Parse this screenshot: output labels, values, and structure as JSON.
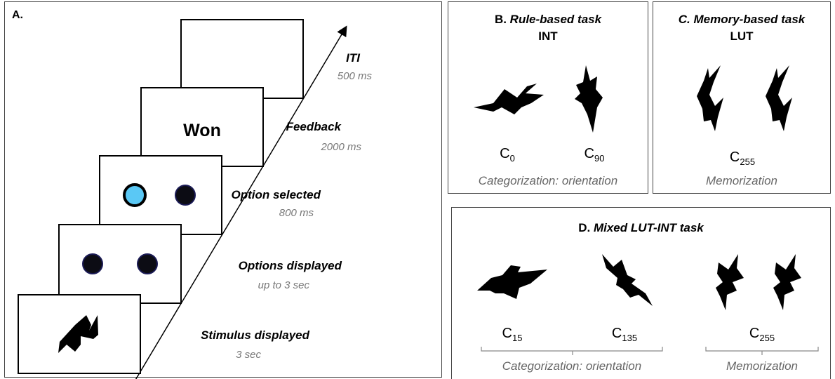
{
  "panel_a": {
    "label": "A.",
    "feedback_text": "Won",
    "steps": [
      {
        "title": "ITI",
        "time": "500 ms"
      },
      {
        "title": "Feedback",
        "time": "2000 ms"
      },
      {
        "title": "Option selected",
        "time": "800 ms"
      },
      {
        "title": "Options displayed",
        "time": "up to 3 sec"
      },
      {
        "title": "Stimulus displayed",
        "time": "3 sec"
      }
    ]
  },
  "panel_b": {
    "label": "B.",
    "title_italic": "Rule-based task",
    "subtitle": "INT",
    "c_left": {
      "base": "C",
      "sub": "0"
    },
    "c_right": {
      "base": "C",
      "sub": "90"
    },
    "footer": "Categorization: orientation"
  },
  "panel_c": {
    "label": "C.",
    "title_italic": "Memory-based task",
    "subtitle": "LUT",
    "c_label": {
      "base": "C",
      "sub": "255"
    },
    "footer": "Memorization"
  },
  "panel_d": {
    "label": "D.",
    "title_italic": "Mixed LUT-INT task",
    "c_left": {
      "base": "C",
      "sub": "15"
    },
    "c_mid": {
      "base": "C",
      "sub": "135"
    },
    "c_right": {
      "base": "C",
      "sub": "255"
    },
    "footer_left": "Categorization: orientation",
    "footer_right": "Memorization"
  },
  "colors": {
    "selected_option": "#5ac8f5",
    "option_dot": "#0c0c14",
    "caption_gray": "#666666"
  }
}
